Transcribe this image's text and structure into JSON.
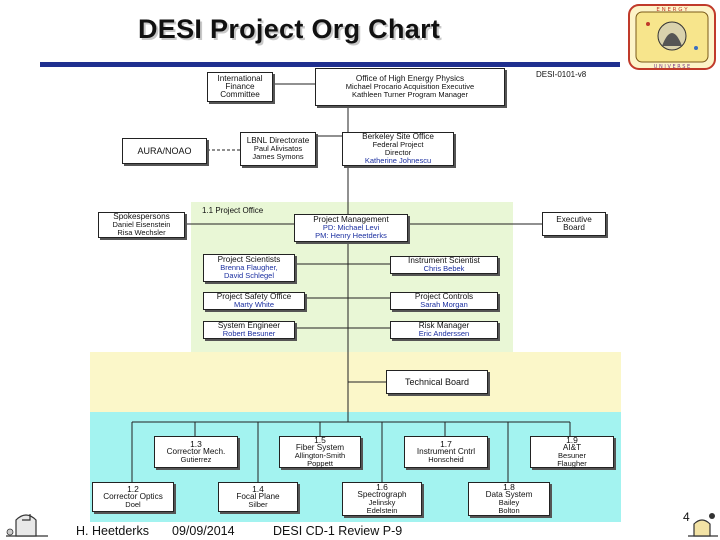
{
  "title": "DESI Project Org Chart",
  "version": "DESI-0101-v8",
  "logo": {
    "letters_top": "E N E R G Y",
    "letters_bottom": "U N I V E R S E"
  },
  "boxes": {
    "ohep": {
      "head": "Office of High Energy Physics",
      "l1": "Michael Procario  Acquisition Executive",
      "l2": "Kathleen Turner  Program Manager"
    },
    "ifc": {
      "l1": "International",
      "l2": "Finance",
      "l3": "Committee"
    },
    "lbnl": {
      "head": "LBNL Directorate",
      "l1": "Paul Alivisatos",
      "l2": "James Symons"
    },
    "bso": {
      "head": "Berkeley Site Office",
      "l1": "Federal Project",
      "l2": "Director",
      "l3": "Katherine Johnescu"
    },
    "aura": {
      "head": "AURA/NOAO"
    },
    "spokes": {
      "head": "Spokespersons",
      "l1": "Daniel Eisenstein",
      "l2": "Risa Wechsler"
    },
    "pm": {
      "head": "Project Management",
      "l1": "PD: Michael Levi",
      "l2": "PM: Henry Heetderks"
    },
    "exec": {
      "l1": "Executive",
      "l2": "Board"
    },
    "sci": {
      "head": "Project Scientists",
      "l1": "Brenna Flaugher,",
      "l2": "David Schlegel"
    },
    "inst": {
      "head": "Instrument Scientist",
      "l1": "Chris Bebek"
    },
    "safety": {
      "head": "Project Safety Office",
      "l1": "Marty White"
    },
    "controls": {
      "head": "Project Controls",
      "l1": "Sarah Morgan"
    },
    "syseng": {
      "head": "System Engineer",
      "l1": "Robert Besuner"
    },
    "risk": {
      "head": "Risk Manager",
      "l1": "Eric Anderssen"
    },
    "tb": {
      "head": "Technical Board"
    },
    "b13": {
      "num": "1.3",
      "head": "Corrector Mech.",
      "l1": "Gutierrez"
    },
    "b15": {
      "num": "1.5",
      "head": "Fiber System",
      "l1": "Allington-Smith",
      "l2": "Poppett"
    },
    "b17": {
      "num": "1.7",
      "head": "Instrument Cntrl",
      "l1": "Honscheid"
    },
    "b19": {
      "num": "1.9",
      "head": "AI&T",
      "l1": "Besuner",
      "l2": "Flaugher"
    },
    "b12": {
      "num": "1.2",
      "head": "Corrector Optics",
      "l1": "Doel"
    },
    "b14": {
      "num": "1.4",
      "head": "Focal Plane",
      "l1": "Silber"
    },
    "b16": {
      "num": "1.6",
      "head": "Spectrograph",
      "l1": "Jelinsky",
      "l2": "Edelstein"
    },
    "b18": {
      "num": "1.8",
      "head": "Data System",
      "l1": "Bailey",
      "l2": "Bolton"
    }
  },
  "zone_label": "1.1 Project Office",
  "colors": {
    "office_zone": "#e9f7d6",
    "middle_zone": "#fbf7c9",
    "l2_zone": "#a3f3f0",
    "blue_text": "#1b2fa0",
    "title_rule": "#1f2f8f"
  },
  "footer": {
    "author": "H. Heetderks",
    "date": "09/09/2014",
    "review": "DESI CD-1 Review  P-9",
    "page": "4"
  }
}
